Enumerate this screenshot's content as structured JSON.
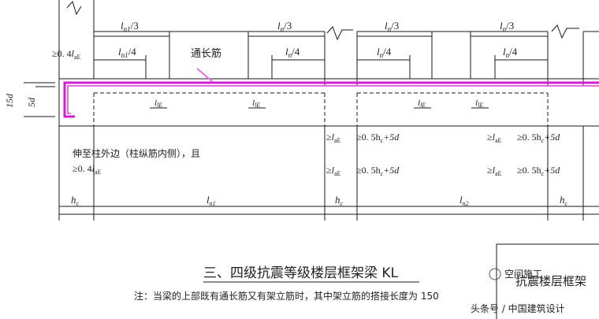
{
  "top_labels": {
    "ln1_3": "l",
    "ln1_3_sub": "n1",
    "ln1_3_tail": "/3",
    "ln1_4": "l",
    "ln1_4_sub": "n1",
    "ln1_4_tail": "/4",
    "ln_3a": "l",
    "ln_3a_sub": "n",
    "ln_3a_tail": "/3",
    "ln_4a": "l",
    "ln_4a_sub": "n",
    "ln_4a_tail": "/4",
    "ln_3b": "l",
    "ln_3b_sub": "n",
    "ln_3b_tail": "/3",
    "ln_4b": "l",
    "ln_4b_sub": "n",
    "ln_4b_tail": "/4",
    "ln_3c": "l",
    "ln_3c_sub": "n",
    "ln_3c_tail": "/3",
    "ln_4c": "l",
    "ln_4c_sub": "n",
    "ln_4c_tail": "/4"
  },
  "ge_04lae": "≥0. 4",
  "lae_l": "l",
  "lae_sub": "aE",
  "through_bar": "通长筋",
  "dim_15d": "15d",
  "dim_5d": "5d",
  "lle": "l",
  "lle_sub": "lE",
  "anchor_ge": "≥",
  "anchor_lae": "l",
  "anchor_lae_sub": "aE",
  "anchor_expr": "≥0. 5h",
  "anchor_expr_sub": "c",
  "anchor_expr_tail": "+5d",
  "note_left_line1": "伸至柱外边（柱纵筋内侧），且",
  "note_left_line2": "≥0. 4",
  "hc": "h",
  "hc_sub": "c",
  "ln1": "l",
  "ln1_sub": "n1",
  "ln2": "l",
  "ln2_sub": "n2",
  "title": "三、四级抗震等级楼层框架梁 KL",
  "note": "注：当梁的上部既有通长筋又有架立筋时，其中架立筋的搭接长度为 150",
  "box_text": "抗震楼层框架",
  "watermark_top": "空间施工",
  "watermark_bottom": "头条号 / 中国建筑设计",
  "colors": {
    "rebar": "#d020d0",
    "line": "#1a1a1a"
  }
}
